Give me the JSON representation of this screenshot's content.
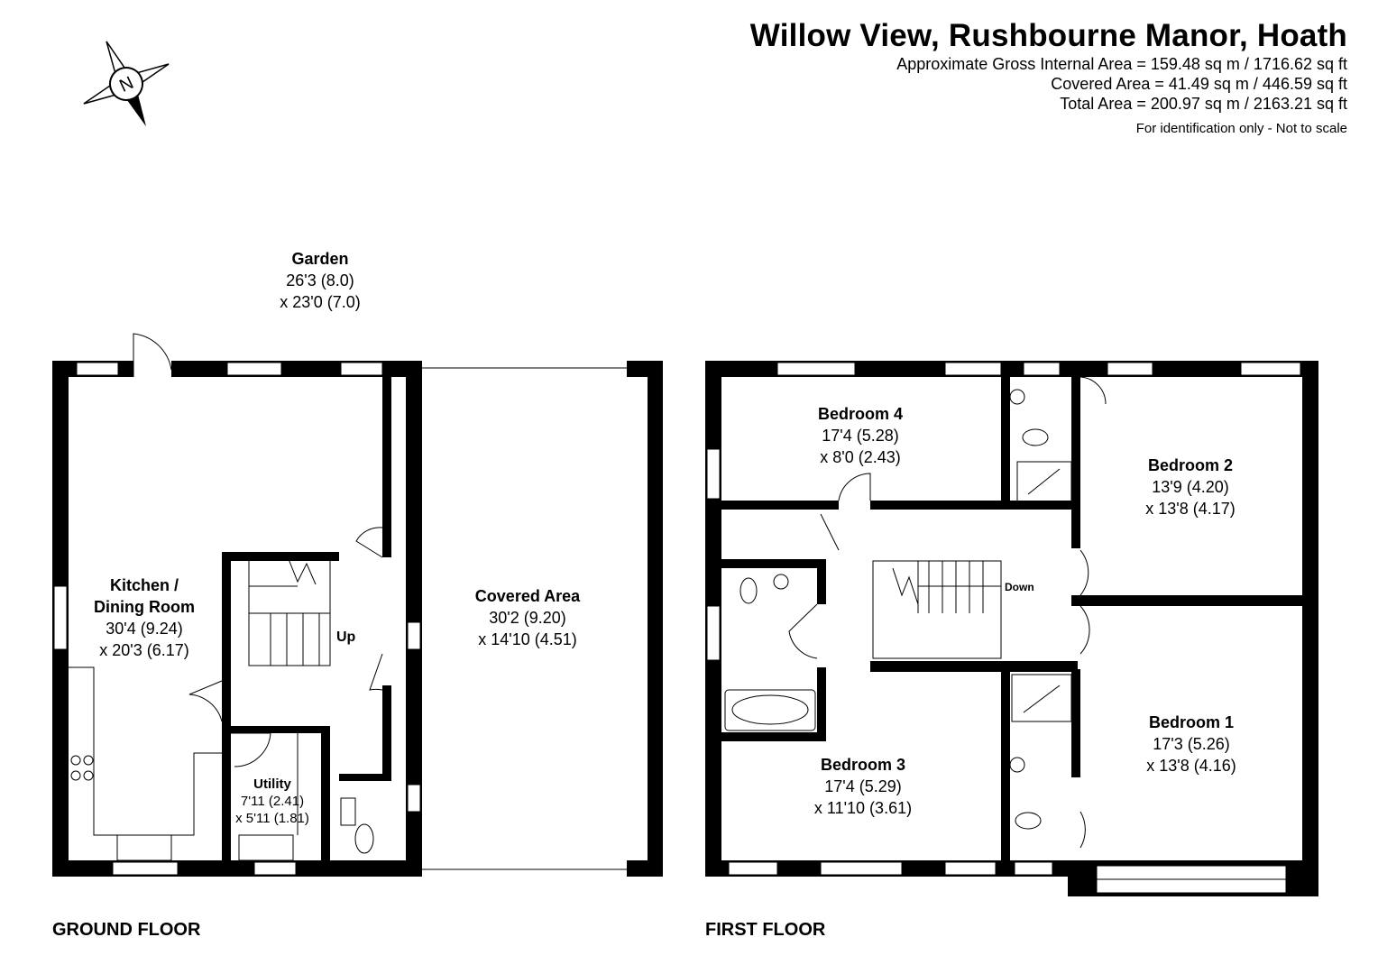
{
  "header": {
    "title": "Willow View, Rushbourne Manor, Hoath",
    "gia": "Approximate Gross Internal Area = 159.48 sq m / 1716.62 sq ft",
    "covered": "Covered Area = 41.49 sq m / 446.59 sq ft",
    "total": "Total Area = 200.97 sq m / 2163.21 sq ft",
    "note": "For identification only - Not to scale"
  },
  "compass": {
    "letter": "N"
  },
  "floors": {
    "ground": "GROUND FLOOR",
    "first": "FIRST FLOOR"
  },
  "stairs": {
    "up": "Up",
    "down": "Down"
  },
  "rooms": {
    "garden": {
      "name": "Garden",
      "dim1": "26'3 (8.0)",
      "dim2": "x 23'0 (7.0)"
    },
    "kitchen": {
      "name1": "Kitchen /",
      "name2": "Dining Room",
      "dim1": "30'4 (9.24)",
      "dim2": "x 20'3 (6.17)"
    },
    "covered_area": {
      "name": "Covered Area",
      "dim1": "30'2 (9.20)",
      "dim2": "x 14'10 (4.51)"
    },
    "utility": {
      "name": "Utility",
      "dim1": "7'11 (2.41)",
      "dim2": "x 5'11 (1.81)"
    },
    "bedroom4": {
      "name": "Bedroom 4",
      "dim1": "17'4 (5.28)",
      "dim2": "x 8'0 (2.43)"
    },
    "bedroom2": {
      "name": "Bedroom 2",
      "dim1": "13'9 (4.20)",
      "dim2": "x 13'8 (4.17)"
    },
    "bedroom1": {
      "name": "Bedroom 1",
      "dim1": "17'3 (5.26)",
      "dim2": "x 13'8 (4.16)"
    },
    "bedroom3": {
      "name": "Bedroom 3",
      "dim1": "17'4 (5.29)",
      "dim2": "x 11'10 (3.61)"
    }
  }
}
